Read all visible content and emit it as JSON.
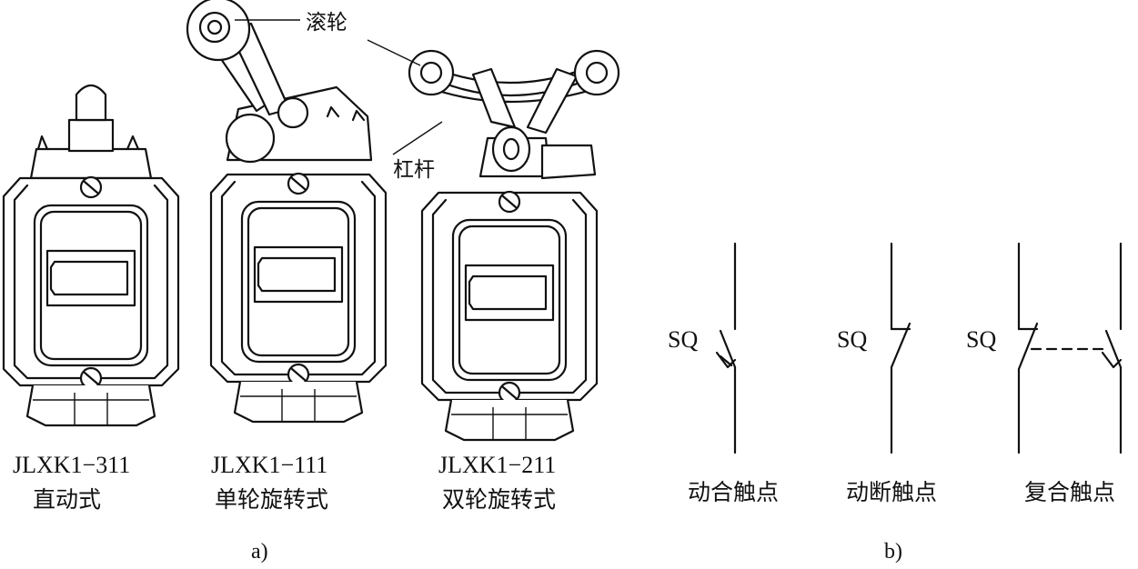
{
  "panel_a": {
    "callouts": {
      "roller": "滚轮",
      "lever": "杠杆"
    },
    "switches": [
      {
        "model": "JLXK1−311",
        "type": "直动式"
      },
      {
        "model": "JLXK1−111",
        "type": "单轮旋转式"
      },
      {
        "model": "JLXK1−211",
        "type": "双轮旋转式"
      }
    ],
    "label": "a)"
  },
  "panel_b": {
    "symbols": [
      {
        "tag": "SQ",
        "name": "动合触点"
      },
      {
        "tag": "SQ",
        "name": "动断触点"
      },
      {
        "tag": "SQ",
        "name": "复合触点"
      }
    ],
    "label": "b)"
  }
}
